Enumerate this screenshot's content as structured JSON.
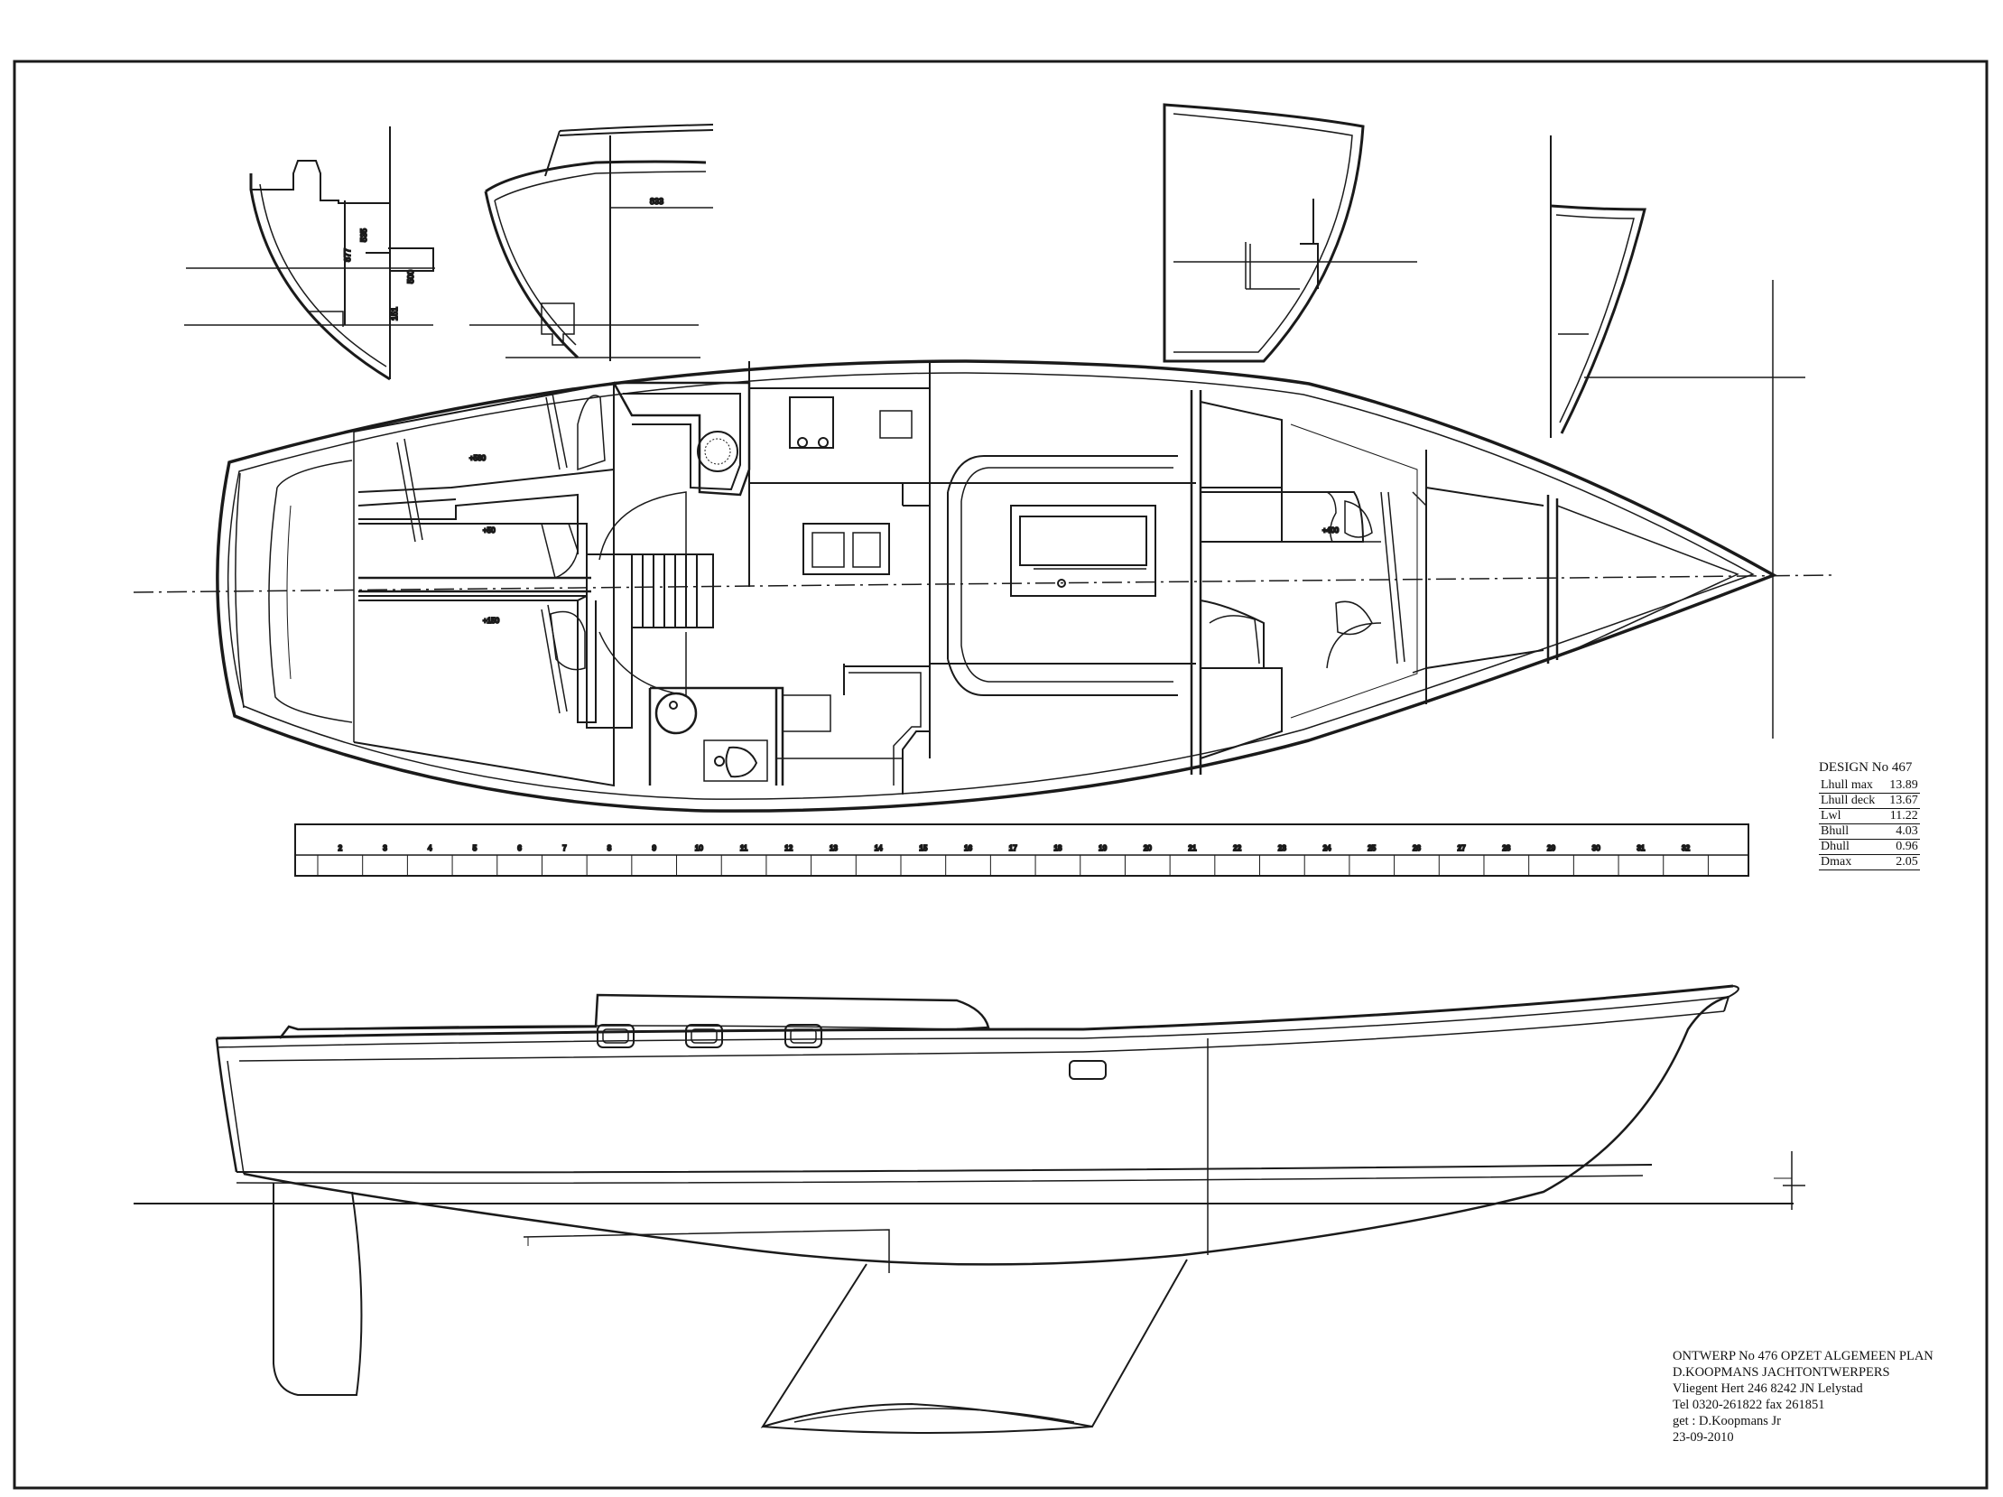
{
  "spec": {
    "title": "DESIGN No 467",
    "rows": [
      {
        "label": "Lhull max",
        "value": "13.89"
      },
      {
        "label": "Lhull deck",
        "value": "13.67"
      },
      {
        "label": "Lwl",
        "value": "11.22"
      },
      {
        "label": "Bhull",
        "value": "4.03"
      },
      {
        "label": "Dhull",
        "value": "0.96"
      },
      {
        "label": "Dmax",
        "value": "2.05"
      }
    ]
  },
  "title_block": {
    "line1": "ONTWERP No 476 OPZET ALGEMEEN PLAN",
    "line2": "D.KOOPMANS  JACHTONTWERPERS",
    "line3": "Vliegent Hert 246 8242 JN Lelystad",
    "line4": "Tel 0320-261822 fax 261851",
    "line5": "get : D.Koopmans Jr",
    "line6": "23-09-2010"
  },
  "scale": {
    "numbers": [
      "2",
      "3",
      "4",
      "5",
      "6",
      "7",
      "8",
      "9",
      "10",
      "11",
      "12",
      "13",
      "14",
      "15",
      "16",
      "17",
      "18",
      "19",
      "20",
      "21",
      "22",
      "23",
      "24",
      "25",
      "26",
      "27",
      "28",
      "29",
      "30",
      "31",
      "32"
    ]
  },
  "berth_labels": {
    "aft_port": "+580",
    "aft_mid": "+50",
    "aft_stbd": "+150",
    "fwd": "+400"
  },
  "section_dims": {
    "d1": "877",
    "d2": "535",
    "d3": "500",
    "d4": "151",
    "d5": "833"
  }
}
